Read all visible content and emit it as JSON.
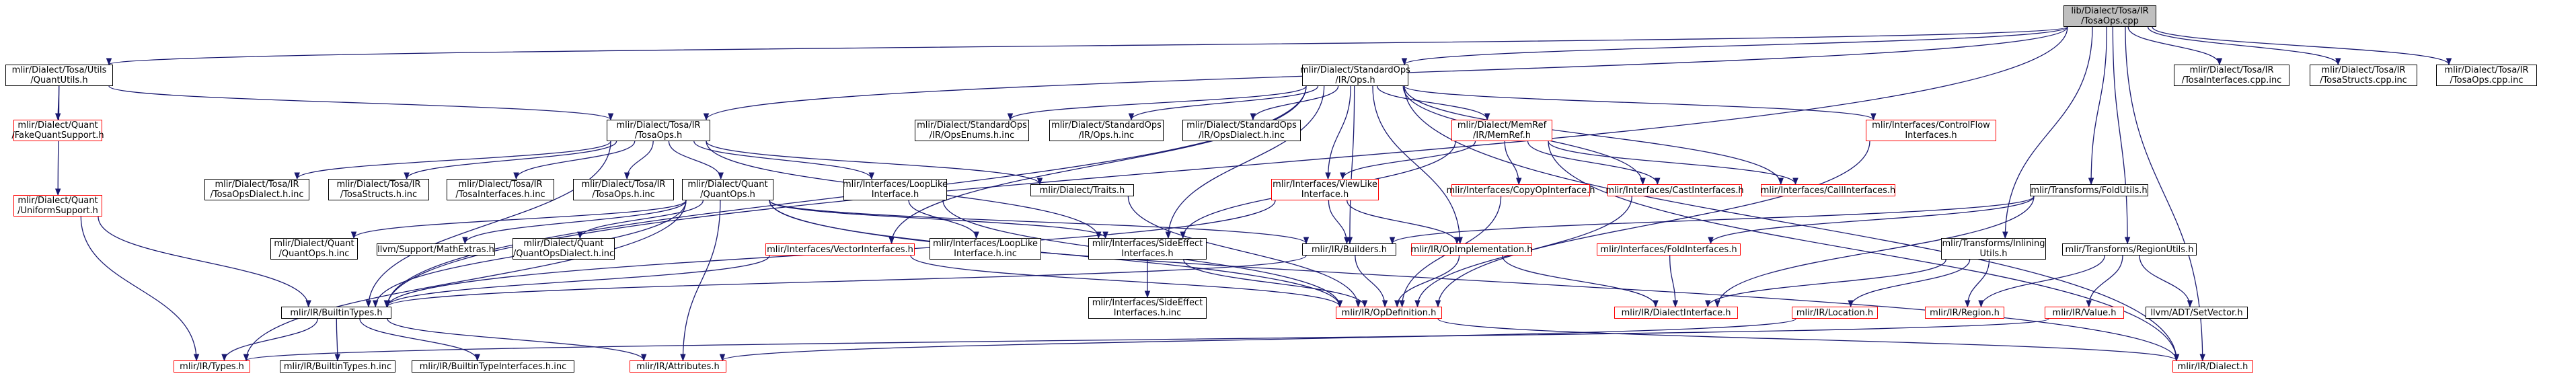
{
  "diagram": {
    "type": "include-dependency-graph",
    "colors": {
      "edge": "#191970",
      "root_fill": "#bfbfbf",
      "documented_border": "#000000",
      "missing_border": "#ff0000",
      "external_border": "#bfbfbf",
      "external_text": "#404040"
    },
    "nodes": [
      {
        "id": "tosaops_cpp",
        "lines": [
          "lib/Dialect/Tosa/IR",
          "/TosaOps.cpp"
        ],
        "kind": "root"
      },
      {
        "id": "quantutils_h",
        "lines": [
          "mlir/Dialect/Tosa/Utils",
          "/QuantUtils.h"
        ],
        "kind": "documented"
      },
      {
        "id": "standardops_ops_h",
        "lines": [
          "mlir/Dialect/StandardOps",
          "/IR/Ops.h"
        ],
        "kind": "documented"
      },
      {
        "id": "tosa_interfaces_cpp_inc",
        "lines": [
          "mlir/Dialect/Tosa/IR",
          "/TosaInterfaces.cpp.inc"
        ],
        "kind": "external"
      },
      {
        "id": "tosa_structs_cpp_inc",
        "lines": [
          "mlir/Dialect/Tosa/IR",
          "/TosaStructs.cpp.inc"
        ],
        "kind": "external"
      },
      {
        "id": "tosa_ops_cpp_inc",
        "lines": [
          "mlir/Dialect/Tosa/IR",
          "/TosaOps.cpp.inc"
        ],
        "kind": "external"
      },
      {
        "id": "fakequantsupport_h",
        "lines": [
          "mlir/Dialect/Quant",
          "/FakeQuantSupport.h"
        ],
        "kind": "missing"
      },
      {
        "id": "tosaops_h",
        "lines": [
          "mlir/Dialect/Tosa/IR",
          "/TosaOps.h"
        ],
        "kind": "documented"
      },
      {
        "id": "opsenums_h_inc",
        "lines": [
          "mlir/Dialect/StandardOps",
          "/IR/OpsEnums.h.inc"
        ],
        "kind": "external"
      },
      {
        "id": "ops_h_inc",
        "lines": [
          "mlir/Dialect/StandardOps",
          "/IR/Ops.h.inc"
        ],
        "kind": "external"
      },
      {
        "id": "opsdialect_h_inc",
        "lines": [
          "mlir/Dialect/StandardOps",
          "/IR/OpsDialect.h.inc"
        ],
        "kind": "external"
      },
      {
        "id": "memref_h",
        "lines": [
          "mlir/Dialect/MemRef",
          "/IR/MemRef.h"
        ],
        "kind": "missing"
      },
      {
        "id": "controlflow_h",
        "lines": [
          "mlir/Interfaces/ControlFlow",
          "Interfaces.h"
        ],
        "kind": "missing"
      },
      {
        "id": "uniformsupport_h",
        "lines": [
          "mlir/Dialect/Quant",
          "/UniformSupport.h"
        ],
        "kind": "missing"
      },
      {
        "id": "tosaopsdialect_h_inc",
        "lines": [
          "mlir/Dialect/Tosa/IR",
          "/TosaOpsDialect.h.inc"
        ],
        "kind": "external"
      },
      {
        "id": "tosastructs_h_inc",
        "lines": [
          "mlir/Dialect/Tosa/IR",
          "/TosaStructs.h.inc"
        ],
        "kind": "external"
      },
      {
        "id": "tosainterfaces_h_inc",
        "lines": [
          "mlir/Dialect/Tosa/IR",
          "/TosaInterfaces.h.inc"
        ],
        "kind": "external"
      },
      {
        "id": "tosaops_h_inc",
        "lines": [
          "mlir/Dialect/Tosa/IR",
          "/TosaOps.h.inc"
        ],
        "kind": "external"
      },
      {
        "id": "quantops_h",
        "lines": [
          "mlir/Dialect/Quant",
          "/QuantOps.h"
        ],
        "kind": "documented"
      },
      {
        "id": "looplike_h",
        "lines": [
          "mlir/Interfaces/LoopLike",
          "Interface.h"
        ],
        "kind": "documented"
      },
      {
        "id": "traits_h",
        "lines": [
          "mlir/Dialect/Traits.h"
        ],
        "kind": "documented"
      },
      {
        "id": "viewlike_h",
        "lines": [
          "mlir/Interfaces/ViewLike",
          "Interface.h"
        ],
        "kind": "missing"
      },
      {
        "id": "copyop_h",
        "lines": [
          "mlir/Interfaces/CopyOpInterface.h"
        ],
        "kind": "missing"
      },
      {
        "id": "castinterfaces_h",
        "lines": [
          "mlir/Interfaces/CastInterfaces.h"
        ],
        "kind": "missing"
      },
      {
        "id": "callinterfaces_h",
        "lines": [
          "mlir/Interfaces/CallInterfaces.h"
        ],
        "kind": "missing"
      },
      {
        "id": "foldutils_h",
        "lines": [
          "mlir/Transforms/FoldUtils.h"
        ],
        "kind": "documented"
      },
      {
        "id": "quantops_h_inc",
        "lines": [
          "mlir/Dialect/Quant",
          "/QuantOps.h.inc"
        ],
        "kind": "external"
      },
      {
        "id": "mathextras_h",
        "lines": [
          "llvm/Support/MathExtras.h"
        ],
        "kind": "external"
      },
      {
        "id": "quantopsdialect_h_inc",
        "lines": [
          "mlir/Dialect/Quant",
          "/QuantOpsDialect.h.inc"
        ],
        "kind": "external"
      },
      {
        "id": "vectorinterfaces_h",
        "lines": [
          "mlir/Interfaces/VectorInterfaces.h"
        ],
        "kind": "missing"
      },
      {
        "id": "looplike_h_inc",
        "lines": [
          "mlir/Interfaces/LoopLike",
          "Interface.h.inc"
        ],
        "kind": "external"
      },
      {
        "id": "sideeffect_h",
        "lines": [
          "mlir/Interfaces/SideEffect",
          "Interfaces.h"
        ],
        "kind": "documented"
      },
      {
        "id": "builders_h",
        "lines": [
          "mlir/IR/Builders.h"
        ],
        "kind": "documented"
      },
      {
        "id": "opimplementation_h",
        "lines": [
          "mlir/IR/OpImplementation.h"
        ],
        "kind": "missing"
      },
      {
        "id": "foldinterfaces_h",
        "lines": [
          "mlir/Interfaces/FoldInterfaces.h"
        ],
        "kind": "missing"
      },
      {
        "id": "inliningutils_h",
        "lines": [
          "mlir/Transforms/Inlining",
          "Utils.h"
        ],
        "kind": "documented"
      },
      {
        "id": "regionutils_h",
        "lines": [
          "mlir/Transforms/RegionUtils.h"
        ],
        "kind": "documented"
      },
      {
        "id": "builtintypes_h",
        "lines": [
          "mlir/IR/BuiltinTypes.h"
        ],
        "kind": "documented"
      },
      {
        "id": "sideeffect_h_inc",
        "lines": [
          "mlir/Interfaces/SideEffect",
          "Interfaces.h.inc"
        ],
        "kind": "external"
      },
      {
        "id": "opdefinition_h",
        "lines": [
          "mlir/IR/OpDefinition.h"
        ],
        "kind": "missing"
      },
      {
        "id": "dialectinterface_h",
        "lines": [
          "mlir/IR/DialectInterface.h"
        ],
        "kind": "missing"
      },
      {
        "id": "location_h",
        "lines": [
          "mlir/IR/Location.h"
        ],
        "kind": "missing"
      },
      {
        "id": "region_h",
        "lines": [
          "mlir/IR/Region.h"
        ],
        "kind": "missing"
      },
      {
        "id": "value_h",
        "lines": [
          "mlir/IR/Value.h"
        ],
        "kind": "missing"
      },
      {
        "id": "setvector_h",
        "lines": [
          "llvm/ADT/SetVector.h"
        ],
        "kind": "external"
      },
      {
        "id": "types_h",
        "lines": [
          "mlir/IR/Types.h"
        ],
        "kind": "missing"
      },
      {
        "id": "builtintypes_h_inc",
        "lines": [
          "mlir/IR/BuiltinTypes.h.inc"
        ],
        "kind": "external"
      },
      {
        "id": "builtintypeinterfaces_h_inc",
        "lines": [
          "mlir/IR/BuiltinTypeInterfaces.h.inc"
        ],
        "kind": "external"
      },
      {
        "id": "attributes_h",
        "lines": [
          "mlir/IR/Attributes.h"
        ],
        "kind": "missing"
      },
      {
        "id": "dialect_h",
        "lines": [
          "mlir/IR/Dialect.h"
        ],
        "kind": "missing"
      }
    ],
    "edges": [
      [
        "tosaops_cpp",
        "quantutils_h"
      ],
      [
        "tosaops_cpp",
        "standardops_ops_h"
      ],
      [
        "tosaops_cpp",
        "tosa_interfaces_cpp_inc"
      ],
      [
        "tosaops_cpp",
        "tosa_structs_cpp_inc"
      ],
      [
        "tosaops_cpp",
        "tosa_ops_cpp_inc"
      ],
      [
        "tosaops_cpp",
        "foldutils_h"
      ],
      [
        "tosaops_cpp",
        "inliningutils_h"
      ],
      [
        "tosaops_cpp",
        "regionutils_h"
      ],
      [
        "tosaops_cpp",
        "builtintypes_h"
      ],
      [
        "tosaops_cpp",
        "tosaops_h"
      ],
      [
        "tosaops_cpp",
        "dialect_h"
      ],
      [
        "quantutils_h",
        "fakequantsupport_h"
      ],
      [
        "quantutils_h",
        "uniformsupport_h"
      ],
      [
        "quantutils_h",
        "tosaops_h"
      ],
      [
        "uniformsupport_h",
        "builtintypes_h"
      ],
      [
        "uniformsupport_h",
        "types_h"
      ],
      [
        "standardops_ops_h",
        "opsenums_h_inc"
      ],
      [
        "standardops_ops_h",
        "ops_h_inc"
      ],
      [
        "standardops_ops_h",
        "opsdialect_h_inc"
      ],
      [
        "standardops_ops_h",
        "memref_h"
      ],
      [
        "standardops_ops_h",
        "controlflow_h"
      ],
      [
        "standardops_ops_h",
        "viewlike_h"
      ],
      [
        "standardops_ops_h",
        "castinterfaces_h"
      ],
      [
        "standardops_ops_h",
        "callinterfaces_h"
      ],
      [
        "standardops_ops_h",
        "vectorinterfaces_h"
      ],
      [
        "standardops_ops_h",
        "sideeffect_h"
      ],
      [
        "standardops_ops_h",
        "builders_h"
      ],
      [
        "standardops_ops_h",
        "opimplementation_h"
      ],
      [
        "standardops_ops_h",
        "builtintypes_h"
      ],
      [
        "standardops_ops_h",
        "dialect_h"
      ],
      [
        "memref_h",
        "viewlike_h"
      ],
      [
        "memref_h",
        "copyop_h"
      ],
      [
        "memref_h",
        "castinterfaces_h"
      ],
      [
        "memref_h",
        "callinterfaces_h"
      ],
      [
        "memref_h",
        "sideeffect_h"
      ],
      [
        "memref_h",
        "dialect_h"
      ],
      [
        "controlflow_h",
        "opdefinition_h"
      ],
      [
        "tosaops_h",
        "tosaopsdialect_h_inc"
      ],
      [
        "tosaops_h",
        "tosastructs_h_inc"
      ],
      [
        "tosaops_h",
        "tosainterfaces_h_inc"
      ],
      [
        "tosaops_h",
        "tosaops_h_inc"
      ],
      [
        "tosaops_h",
        "quantops_h"
      ],
      [
        "tosaops_h",
        "looplike_h"
      ],
      [
        "tosaops_h",
        "traits_h"
      ],
      [
        "tosaops_h",
        "sideeffect_h"
      ],
      [
        "tosaops_h",
        "builtintypes_h"
      ],
      [
        "quantops_h",
        "quantops_h_inc"
      ],
      [
        "quantops_h",
        "mathextras_h"
      ],
      [
        "quantops_h",
        "quantopsdialect_h_inc"
      ],
      [
        "quantops_h",
        "builtintypes_h"
      ],
      [
        "quantops_h",
        "sideeffect_h"
      ],
      [
        "quantops_h",
        "builders_h"
      ],
      [
        "quantops_h",
        "opdefinition_h"
      ],
      [
        "quantops_h",
        "types_h"
      ],
      [
        "quantops_h",
        "attributes_h"
      ],
      [
        "quantops_h",
        "dialect_h"
      ],
      [
        "looplike_h",
        "looplike_h_inc"
      ],
      [
        "looplike_h",
        "opdefinition_h"
      ],
      [
        "traits_h",
        "opdefinition_h"
      ],
      [
        "viewlike_h",
        "builtintypes_h"
      ],
      [
        "viewlike_h",
        "builders_h"
      ],
      [
        "viewlike_h",
        "opimplementation_h"
      ],
      [
        "copyop_h",
        "opdefinition_h"
      ],
      [
        "castinterfaces_h",
        "opdefinition_h"
      ],
      [
        "vectorinterfaces_h",
        "opdefinition_h"
      ],
      [
        "vectorinterfaces_h",
        "builtintypes_h"
      ],
      [
        "sideeffect_h",
        "sideeffect_h_inc"
      ],
      [
        "sideeffect_h",
        "opdefinition_h"
      ],
      [
        "builders_h",
        "opdefinition_h"
      ],
      [
        "builders_h",
        "builtintypes_h"
      ],
      [
        "opimplementation_h",
        "opdefinition_h"
      ],
      [
        "opimplementation_h",
        "dialectinterface_h"
      ],
      [
        "foldutils_h",
        "foldinterfaces_h"
      ],
      [
        "foldutils_h",
        "builders_h"
      ],
      [
        "foldutils_h",
        "dialectinterface_h"
      ],
      [
        "foldinterfaces_h",
        "dialectinterface_h"
      ],
      [
        "inliningutils_h",
        "location_h"
      ],
      [
        "inliningutils_h",
        "region_h"
      ],
      [
        "inliningutils_h",
        "dialectinterface_h"
      ],
      [
        "regionutils_h",
        "region_h"
      ],
      [
        "regionutils_h",
        "value_h"
      ],
      [
        "regionutils_h",
        "setvector_h"
      ],
      [
        "location_h",
        "attributes_h"
      ],
      [
        "value_h",
        "types_h"
      ],
      [
        "builtintypes_h",
        "types_h"
      ],
      [
        "builtintypes_h",
        "builtintypes_h_inc"
      ],
      [
        "builtintypes_h",
        "builtintypeinterfaces_h_inc"
      ],
      [
        "builtintypes_h",
        "attributes_h"
      ],
      [
        "opdefinition_h",
        "dialect_h"
      ]
    ]
  }
}
